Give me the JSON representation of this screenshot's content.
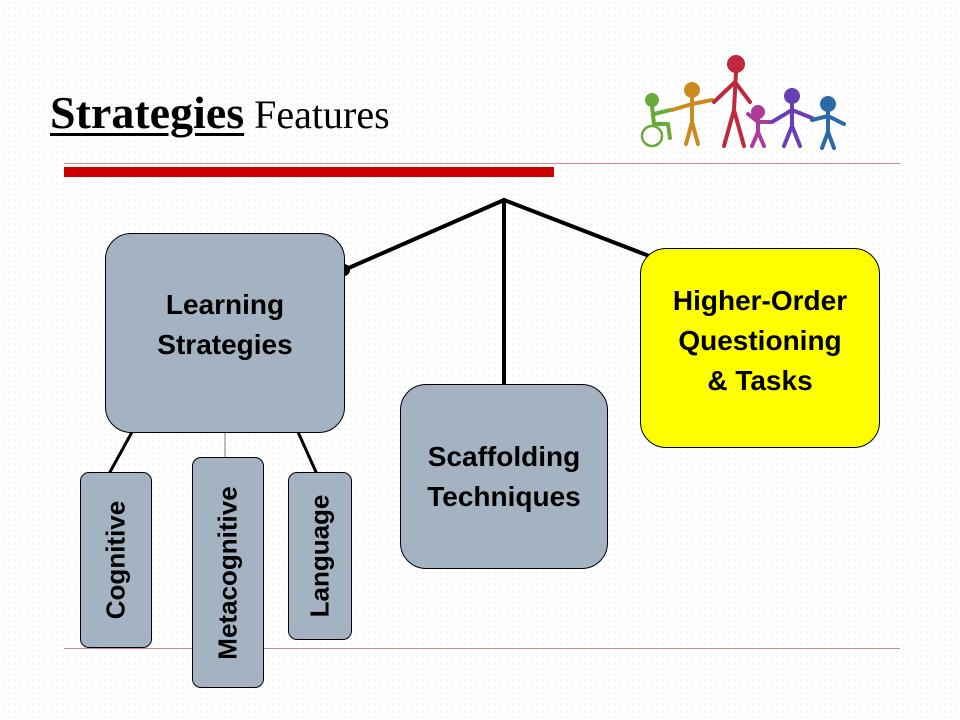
{
  "slide": {
    "title_main": "Strategies",
    "title_sub": "Features"
  },
  "diagram": {
    "nodes": {
      "learning": {
        "label": "Learning\nStrategies"
      },
      "scaffolding": {
        "label": "Scaffolding\nTechniques"
      },
      "higher_order": {
        "label": "Higher-Order\nQuestioning\n& Tasks"
      },
      "cognitive": {
        "label": "Cognitive"
      },
      "metacognitive": {
        "label": "Metacognitive"
      },
      "language": {
        "label": "Language"
      }
    },
    "edges": [
      {
        "from": "hub",
        "to": "learning"
      },
      {
        "from": "hub",
        "to": "scaffolding"
      },
      {
        "from": "hub",
        "to": "higher_order"
      },
      {
        "from": "learning",
        "to": "cognitive"
      },
      {
        "from": "learning",
        "to": "metacognitive"
      },
      {
        "from": "learning",
        "to": "language"
      }
    ],
    "colors": {
      "gray_box": "#a3b3c2",
      "highlight_box": "#ffff00",
      "accent_bar": "#cc0000"
    }
  },
  "decoration": {
    "people_icon": "people-holding-hands-icon"
  }
}
